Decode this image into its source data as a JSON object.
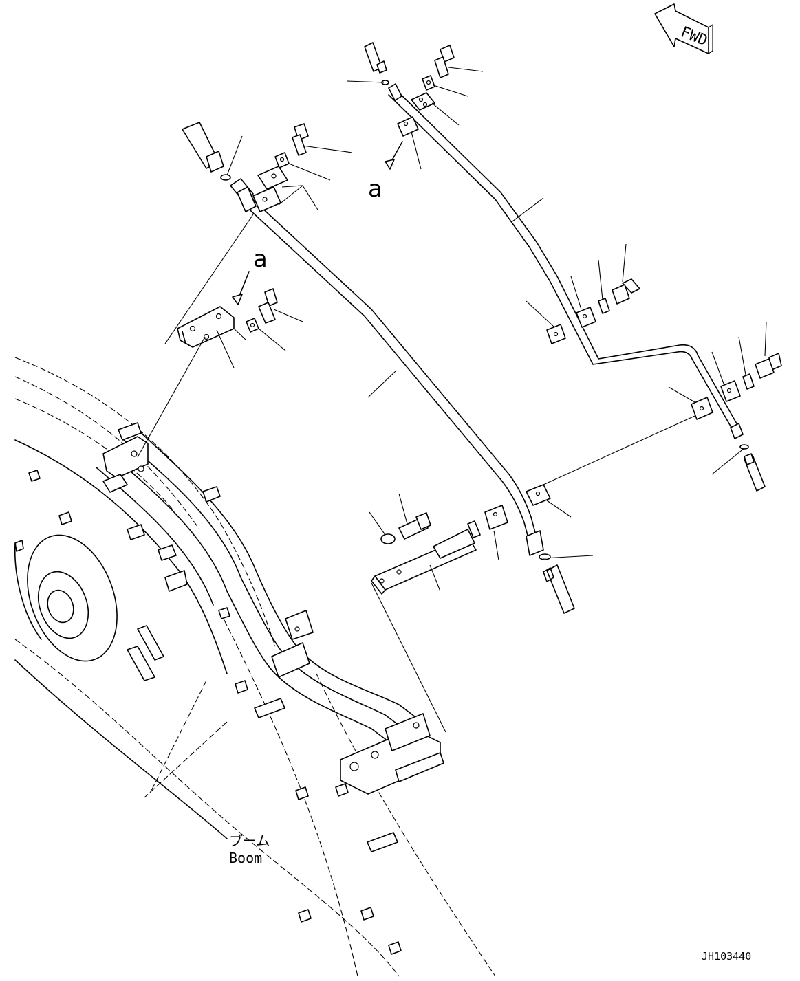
{
  "direction_marker": {
    "text": "FWD"
  },
  "callouts": [
    {
      "id": "a1",
      "text": "a"
    },
    {
      "id": "a2",
      "text": "a"
    }
  ],
  "boom_label": {
    "jp": "ブーム",
    "en": "Boom"
  },
  "drawing_id": "JH103440"
}
